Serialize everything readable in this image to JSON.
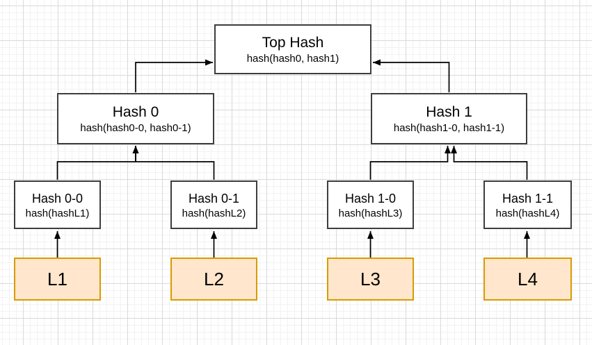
{
  "diagram_type": "merkle-tree",
  "nodes": {
    "top_hash": {
      "title": "Top Hash",
      "subtitle": "hash(hash0, hash1)"
    },
    "hash_0": {
      "title": "Hash 0",
      "subtitle": "hash(hash0-0, hash0-1)"
    },
    "hash_1": {
      "title": "Hash 1",
      "subtitle": "hash(hash1-0, hash1-1)"
    },
    "hash_0_0": {
      "title": "Hash 0-0",
      "subtitle": "hash(hashL1)"
    },
    "hash_0_1": {
      "title": "Hash 0-1",
      "subtitle": "hash(hashL2)"
    },
    "hash_1_0": {
      "title": "Hash 1-0",
      "subtitle": "hash(hashL3)"
    },
    "hash_1_1": {
      "title": "Hash 1-1",
      "subtitle": "hash(hashL4)"
    },
    "leaf_1": {
      "label": "L1"
    },
    "leaf_2": {
      "label": "L2"
    },
    "leaf_3": {
      "label": "L3"
    },
    "leaf_4": {
      "label": "L4"
    }
  },
  "edges": [
    {
      "from": "L1",
      "to": "Hash 0-0"
    },
    {
      "from": "L2",
      "to": "Hash 0-1"
    },
    {
      "from": "L3",
      "to": "Hash 1-0"
    },
    {
      "from": "L4",
      "to": "Hash 1-1"
    },
    {
      "from": "Hash 0-0",
      "to": "Hash 0"
    },
    {
      "from": "Hash 0-1",
      "to": "Hash 0"
    },
    {
      "from": "Hash 1-0",
      "to": "Hash 1"
    },
    {
      "from": "Hash 1-1",
      "to": "Hash 1"
    },
    {
      "from": "Hash 0",
      "to": "Top Hash"
    },
    {
      "from": "Hash 1",
      "to": "Top Hash"
    }
  ],
  "colors": {
    "hash_node_fill": "#ffffff",
    "hash_node_border": "#3d3d3d",
    "leaf_fill": "#ffe6cc",
    "leaf_border": "#d79b00",
    "connector": "#000000",
    "text": "#000000",
    "grid_minor": "#f2f2f2",
    "grid_major": "#d9d9d9",
    "background": "#ffffff"
  }
}
